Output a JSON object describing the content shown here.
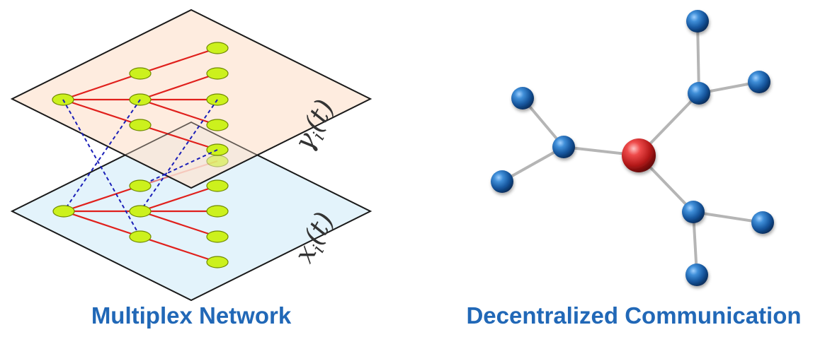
{
  "multiplex": {
    "caption": "Multiplex Network",
    "layers": [
      {
        "id": "top",
        "label_var": "γ",
        "label_sub": "i",
        "label_arg": "(t)",
        "fill": "#fde4d2"
      },
      {
        "id": "bottom",
        "label_var": "x",
        "label_sub": "i",
        "label_arg": "(t)",
        "fill": "#e3f3fb"
      }
    ]
  },
  "decentralized": {
    "caption": "Decentralized Communication"
  },
  "colors": {
    "caption": "#2168b7",
    "tree_edge": "#e0201c",
    "interlayer_edge": "#1a1fb8",
    "node_fill": "#ccf11d",
    "hub_node": "#d42424",
    "peer_node": "#1e63b0",
    "link": "#b5b5b5"
  }
}
